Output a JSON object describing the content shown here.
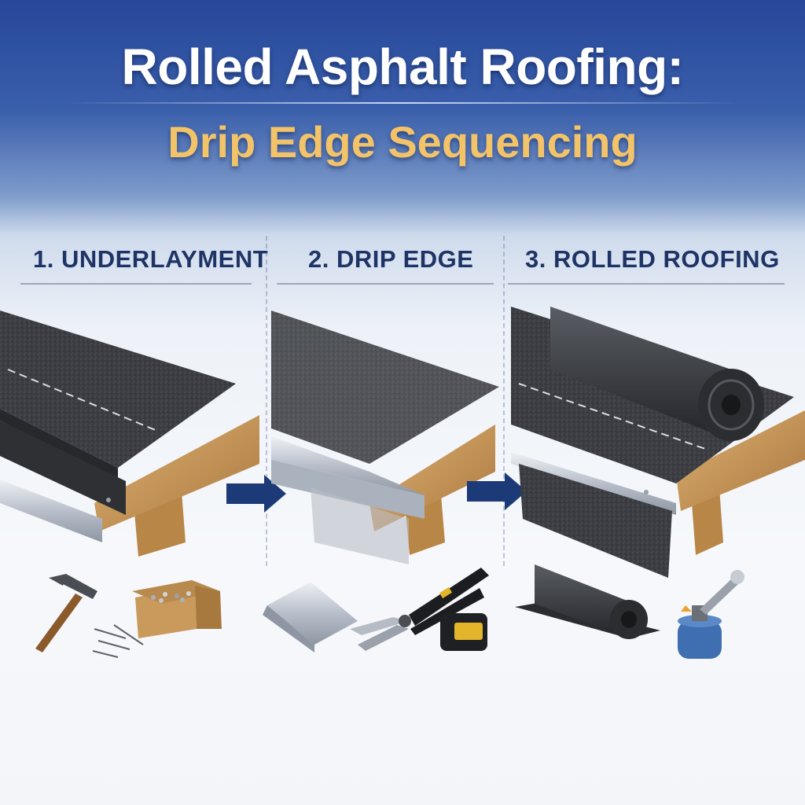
{
  "title": {
    "line1": "Rolled Asphalt Roofing:",
    "line2": "Drip Edge Sequencing"
  },
  "steps": [
    {
      "label": "1. UNDERLAYMENT",
      "tools": [
        "hammer-icon",
        "nail-box-icon",
        "nails-icon"
      ]
    },
    {
      "label": "2. DRIP EDGE",
      "tools": [
        "drip-edge-flashing-icon",
        "tin-snips-icon",
        "tape-measure-icon"
      ]
    },
    {
      "label": "3. ROLLED ROOFING",
      "tools": [
        "asphalt-roll-icon",
        "propane-torch-icon"
      ]
    }
  ],
  "colors": {
    "header_blue": "#27479a",
    "title_white": "#ffffff",
    "title_gold": "#f3c36a",
    "label_navy": "#1f3466",
    "arrow_navy": "#1d3a78",
    "asphalt": "#3b3d42",
    "lumber": "#c99a5b",
    "metal": "#c9ced6"
  }
}
